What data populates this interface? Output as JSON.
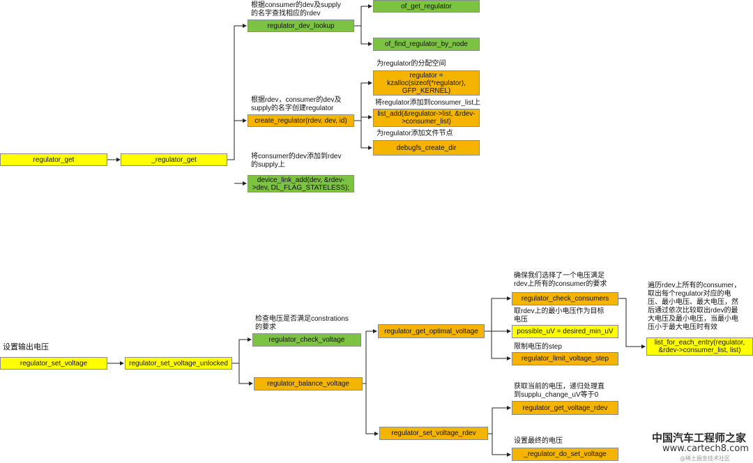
{
  "nodes": {
    "regulator_get": "regulator_get",
    "_regulator_get": "_regulator_get",
    "regulator_dev_lookup": "regulator_dev_lookup",
    "of_get_regulator": "of_get_regulator",
    "of_find_regulator_by_node": "of_find_regulator_by_node",
    "create_regulator": "create_regulator(rdev, dev, id)",
    "kzalloc": "regulator =\nkzalloc(sizeof(*regulator),\nGFP_KERNEL)",
    "list_add": "list_add(&regulator->list, &rdev-\n>consumer_list)",
    "debugfs_create_dir": "debugfs_create_dir",
    "device_link_add": "device_link_add(dev, &rdev-\n>dev, DL_FLAG_STATELESS);",
    "regulator_set_voltage": "regulator_set_voltage",
    "regulator_set_voltage_unlocked": "regulator_set_voltage_unlocked",
    "regulator_check_voltage": "regulator_check_voltage",
    "regulator_balance_voltage": "regulator_balance_voltage",
    "regulator_get_optimal_voltage": "regulator_get_optimal_voltage",
    "regulator_check_consumers": "regulator_check_consumers",
    "possible_uv": "possible_uV = desired_min_uV",
    "regulator_limit_voltage_step": "regulator_limit_voltage_step",
    "list_for_each_entry": "list_for_each_entry(regulator,\n&rdev->consumer_list, list)",
    "regulator_set_voltage_rdev": "regulator_set_voltage_rdev",
    "regulator_get_voltage_rdev": "regulator_get_voltage_rdev",
    "_regulator_do_set_voltage": "_regulator_do_set_voltage"
  },
  "annotations": {
    "lookup_note": "根据consumer的dev及supply\n的名字查找相应的rdev",
    "alloc_note": "为regulator的分配空间",
    "create_note": "根据rdev，consumer的dev及\nsupply的名字创建regulator",
    "list_note": "将regulator添加到consumer_list上",
    "debugfs_note": "为regulator添加文件节点",
    "link_note": "将consumer的dev添加到rdev\n的supply上",
    "set_voltage_note": "设置输出电压",
    "check_voltage_note": "检查电压是否满足constrations\n的要求",
    "check_consumers_note": "确保我们选择了一个电压满足\nrdev上所有的consumer的要求",
    "min_voltage_note": "取rdev上的最小电压作为目标\n电压",
    "limit_step_note": "限制电压的step",
    "foreach_note": "遍历rdev上所有的consumer，\n取出每个regulator对应的电\n压、最小电压、最大电压，然\n后通过依次比较取出rdev的最\n大电压及最小电压，当最小电\n压小于最大电压时有效",
    "get_voltage_note": "获取当前的电压，递归处理直\n到supplu_change_uV等于0",
    "do_set_note": "设置最终的电压"
  },
  "watermark": {
    "line1": "中国汽车工程师之家",
    "line2": "www.cartech8.com",
    "line3": "@稀土掘金技术社区"
  }
}
